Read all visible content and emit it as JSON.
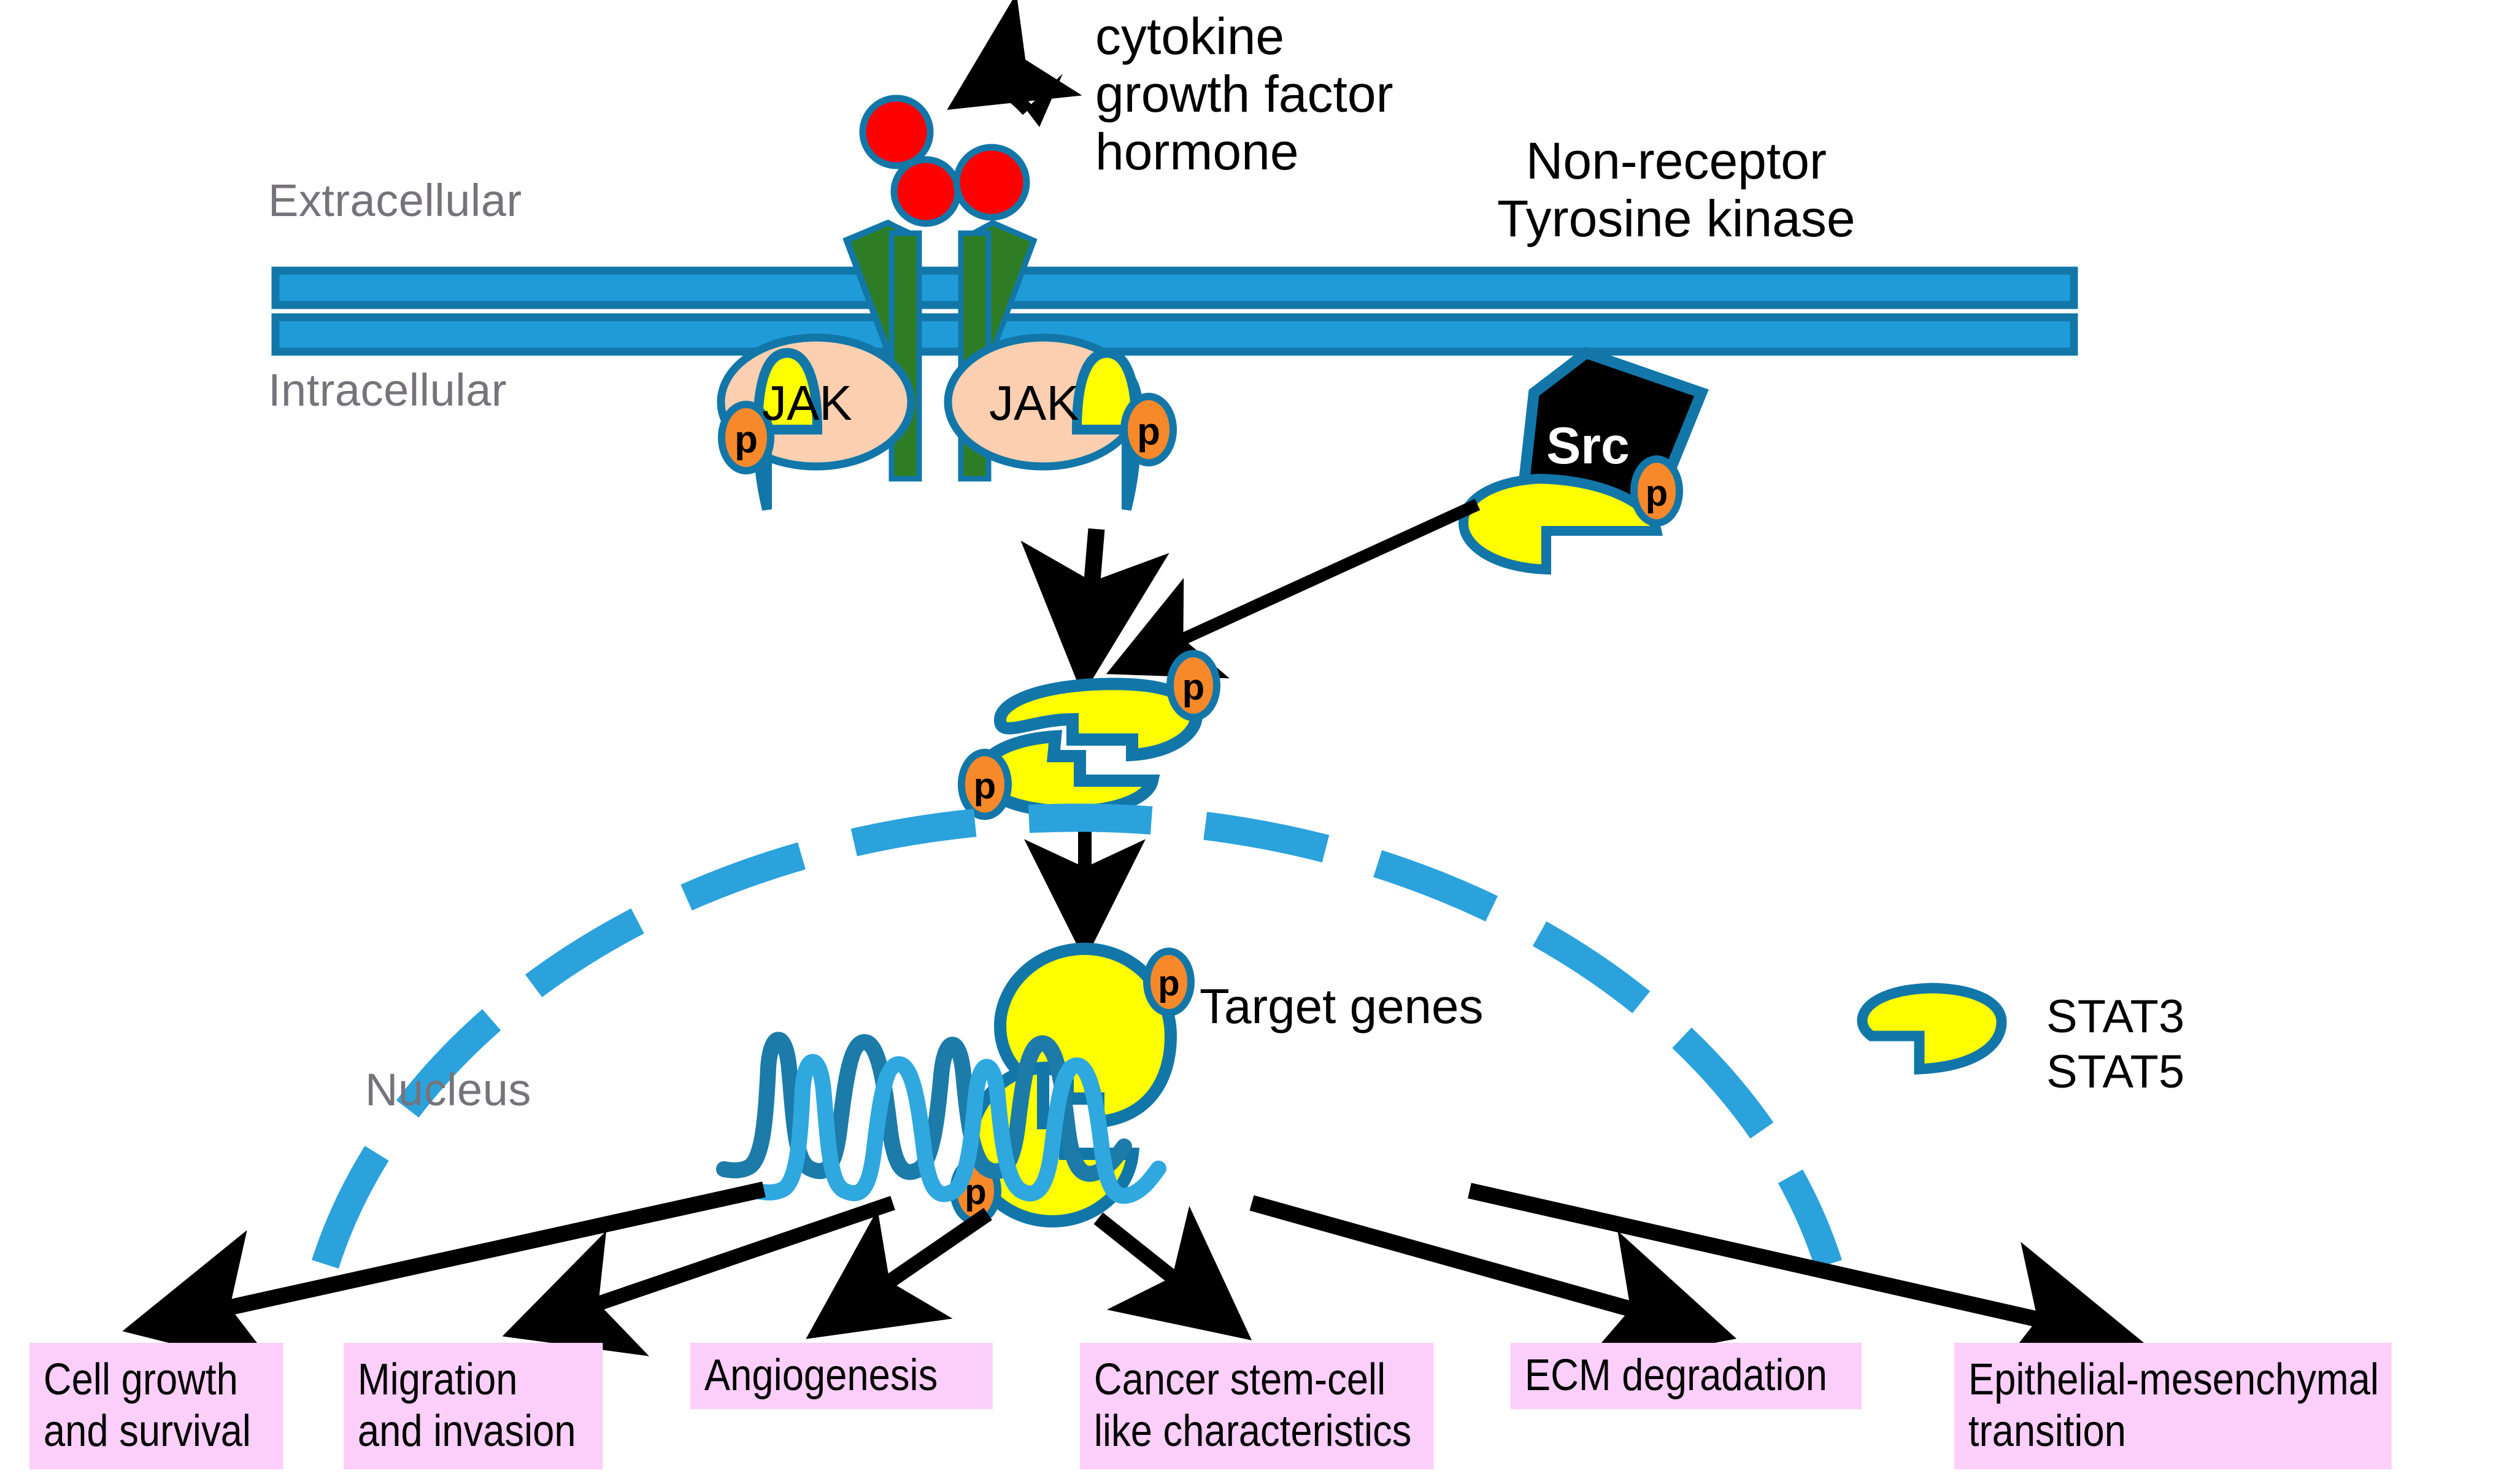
{
  "title": "JAK/STAT3-STAT5 signaling pathway diagram",
  "labels": {
    "extracellular": "Extracellular",
    "intracellular": "Intracellular",
    "nucleus": "Nucleus",
    "ligand": "cytokine\ngrowth factor\nhormone",
    "ligand_line1": "cytokine",
    "ligand_line2": "growth factor",
    "ligand_line3": "hormone",
    "nonreceptor_line1": "Non-receptor",
    "nonreceptor_line2": "Tyrosine kinase",
    "target_genes": "Target genes",
    "jak_left": "JAK",
    "jak_right": "JAK",
    "src": "Src",
    "phospho": "p"
  },
  "legend": {
    "line1": "STAT3",
    "line2": "STAT5"
  },
  "outcomes": [
    {
      "id": "cell-growth-and-survival",
      "lines": [
        "Cell growth",
        "and survival"
      ]
    },
    {
      "id": "migration-and-invasion",
      "lines": [
        "Migration",
        "and invasion"
      ]
    },
    {
      "id": "angiogenesis",
      "lines": [
        "Angiogenesis"
      ]
    },
    {
      "id": "cancer-stem-cell-like-characteristics",
      "lines": [
        "Cancer stem-cell",
        "like characteristics"
      ]
    },
    {
      "id": "ecm-degradation",
      "lines": [
        "ECM degradation"
      ]
    },
    {
      "id": "epithelial-mesenchymal-transition",
      "lines": [
        "Epithelial-mesenchymal",
        "transition"
      ]
    }
  ],
  "colors": {
    "membrane_fill": "#1f9cd8",
    "membrane_stroke": "#1277a8",
    "nucleus_envelope": "#2ba2dc",
    "stat_fill": "#ffff00",
    "stat_stroke": "#1277a8",
    "jak_fill": "#fbcfb0",
    "jak_stroke": "#1277a8",
    "receptor_fill": "#2e7d24",
    "ligand_fill": "#ff0000",
    "phospho_fill": "#f7892b",
    "src_fill": "#000000",
    "box_fill": "#fbcffa",
    "dna_dark": "#1c7ba8",
    "dna_light": "#2fa8e0",
    "gray_text": "#77737a",
    "arrow": "#000000"
  }
}
